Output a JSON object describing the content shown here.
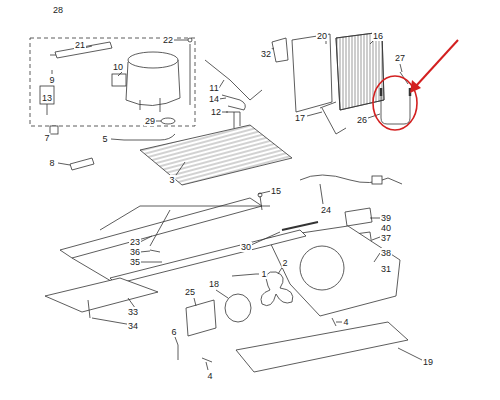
{
  "diagram": {
    "labels": [
      "28",
      "21",
      "22",
      "10",
      "9",
      "13",
      "7",
      "5",
      "29",
      "8",
      "11",
      "14",
      "12",
      "3",
      "32",
      "20",
      "16",
      "27",
      "26",
      "17",
      "15",
      "24",
      "39",
      "40",
      "37",
      "38",
      "31",
      "23",
      "36",
      "35",
      "30",
      "1",
      "2",
      "25",
      "18",
      "6",
      "4",
      "33",
      "34",
      "19",
      "4"
    ]
  }
}
